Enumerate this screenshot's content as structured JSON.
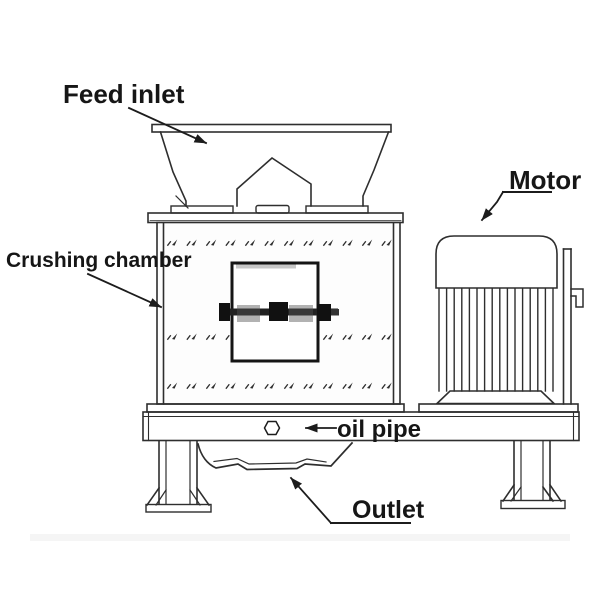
{
  "labels": {
    "feed_inlet": "Feed inlet",
    "crushing_chamber": "Crushing chamber",
    "motor": "Motor",
    "oil_pipe": "oil pipe",
    "outlet": "Outlet"
  },
  "icons": {
    "oil_pipe_marker": "hex-bolt-icon",
    "leader_pointers": "arrowhead-icon"
  },
  "colors": {
    "ink": "#2e2e2e",
    "dark_ink": "#141414",
    "label_text": "#161616",
    "background": "#ffffff"
  }
}
